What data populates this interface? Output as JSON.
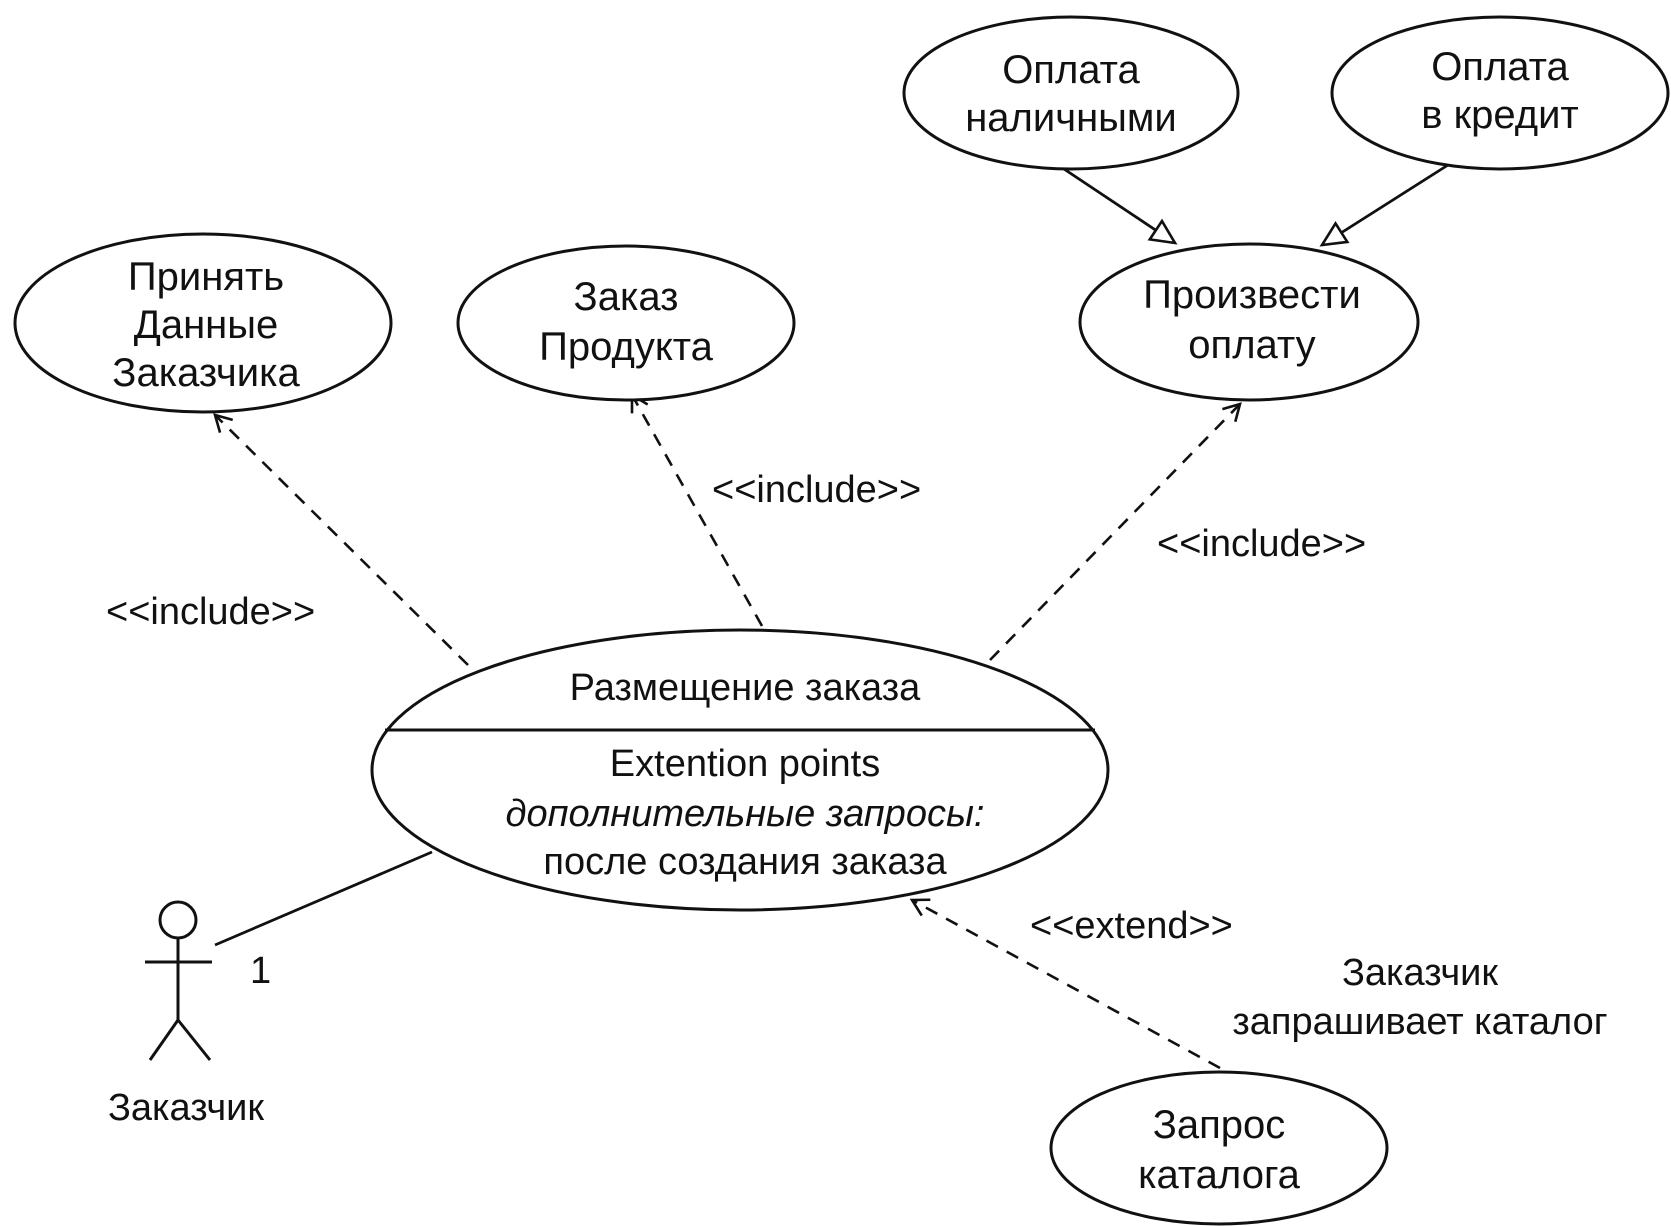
{
  "use_cases": {
    "accept_customer_data": [
      "Принять",
      "Данные",
      "Заказчика"
    ],
    "order_product": [
      "Заказ",
      "Продукта"
    ],
    "make_payment": [
      "Произвести",
      "оплату"
    ],
    "cash_payment": [
      "Оплата",
      "наличными"
    ],
    "credit_payment": [
      "Оплата",
      "в кредит"
    ],
    "catalog_request": [
      "Запрос",
      "каталога"
    ],
    "place_order": {
      "name": "Размещение заказа",
      "ext_header": "Extention points",
      "ext_point": "дополнительные запросы:",
      "ext_condition": "после создания заказа"
    }
  },
  "relations": {
    "include_left": "<<include>>",
    "include_middle": "<<include>>",
    "include_right": "<<include>>",
    "extend": "<<extend>>",
    "extend_condition": [
      "Заказчик",
      "запрашивает каталог"
    ],
    "multiplicity": "1"
  },
  "actor": {
    "name": "Заказчик"
  }
}
